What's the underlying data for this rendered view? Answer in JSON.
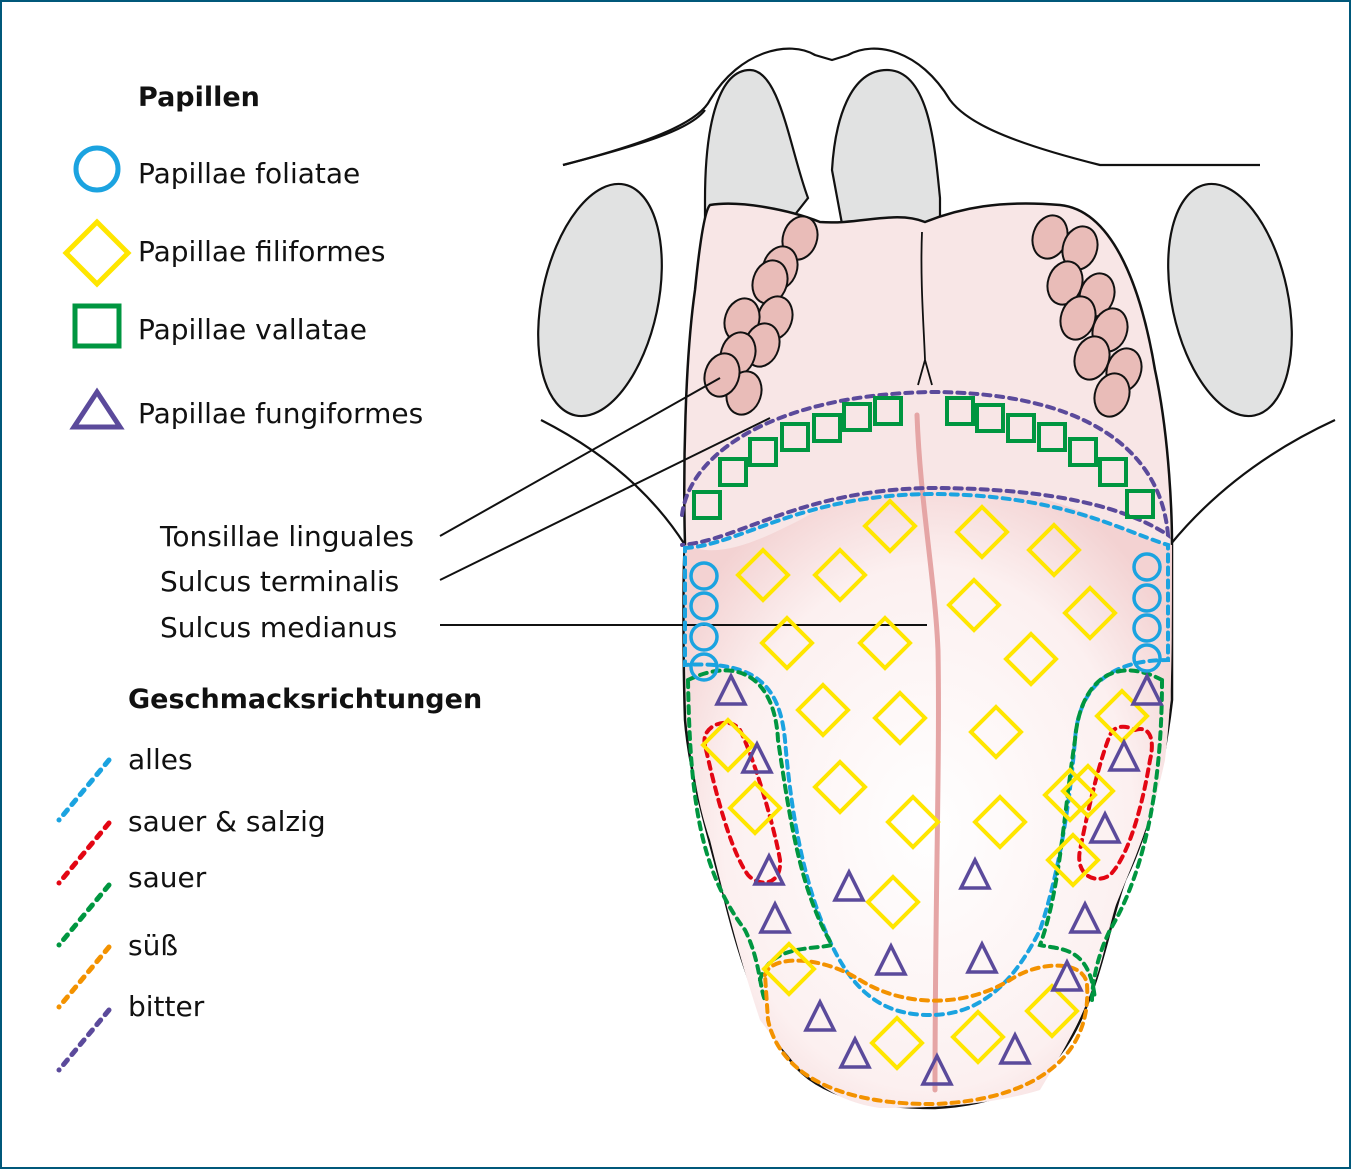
{
  "legend_papillae": {
    "title": "Papillen",
    "items": [
      {
        "label": "Papillae foliatae",
        "symbol": "circle-icon",
        "color": "#1ba3e0"
      },
      {
        "label": "Papillae filiformes",
        "symbol": "diamond-icon",
        "color": "#ffe600"
      },
      {
        "label": "Papillae vallatae",
        "symbol": "square-icon",
        "color": "#009640"
      },
      {
        "label": "Papillae fungiformes",
        "symbol": "triangle-icon",
        "color": "#5b4a9b"
      }
    ]
  },
  "annotations": {
    "tonsillae": "Tonsillae linguales",
    "sulcus_terminalis": "Sulcus terminalis",
    "sulcus_medianus": "Sulcus medianus"
  },
  "legend_taste": {
    "title": "Geschmacksrichtungen",
    "items": [
      {
        "label": "alles",
        "color": "#1ba3e0"
      },
      {
        "label": "sauer & salzig",
        "color": "#e30613"
      },
      {
        "label": "sauer",
        "color": "#009640"
      },
      {
        "label": "süß",
        "color": "#f39200"
      },
      {
        "label": "bitter",
        "color": "#5b4a9b"
      }
    ]
  },
  "colors": {
    "frame": "#00587a",
    "tongue_fill": "#f8e6e6",
    "tonsil_fill": "#e9bcb8",
    "epiglottis_fill": "#e1e2e2",
    "median_line": "#e5a5a5"
  }
}
